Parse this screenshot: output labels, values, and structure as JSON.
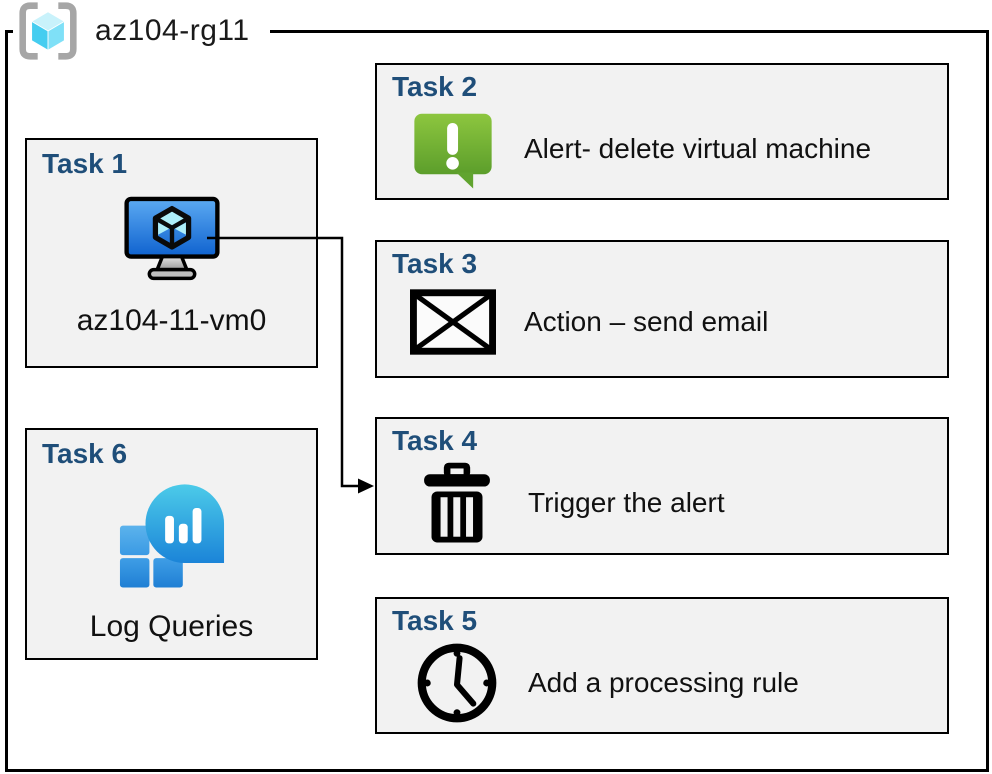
{
  "resource_group": {
    "title": "az104-rg11",
    "icon": "resource-group-icon"
  },
  "tasks": [
    {
      "id": "task-1",
      "heading": "Task 1",
      "label": "az104-11-vm0",
      "icon": "virtual-machine-icon"
    },
    {
      "id": "task-2",
      "heading": "Task 2",
      "label": "Alert- delete virtual machine",
      "icon": "alert-icon"
    },
    {
      "id": "task-3",
      "heading": "Task 3",
      "label": "Action – send email",
      "icon": "email-icon"
    },
    {
      "id": "task-4",
      "heading": "Task 4",
      "label": "Trigger the alert",
      "icon": "trash-icon"
    },
    {
      "id": "task-5",
      "heading": "Task 5",
      "label": "Add a processing rule",
      "icon": "clock-icon"
    },
    {
      "id": "task-6",
      "heading": "Task 6",
      "label": "Log Queries",
      "icon": "log-analytics-icon"
    }
  ],
  "connector": {
    "from": "task-1",
    "to": "task-4"
  },
  "colors": {
    "heading_blue": "#1f4e79",
    "box_fill": "#f2f2f2",
    "border_black": "#000000",
    "alert_green": "#76b82a",
    "vm_screen_blue": "#2e7fd6",
    "log_bubble_cyan": "#2fb6e4",
    "log_square_blue": "#2f93e0",
    "bracket_gray": "#a6a6a6",
    "cube_cyan": "#53d4f0"
  }
}
